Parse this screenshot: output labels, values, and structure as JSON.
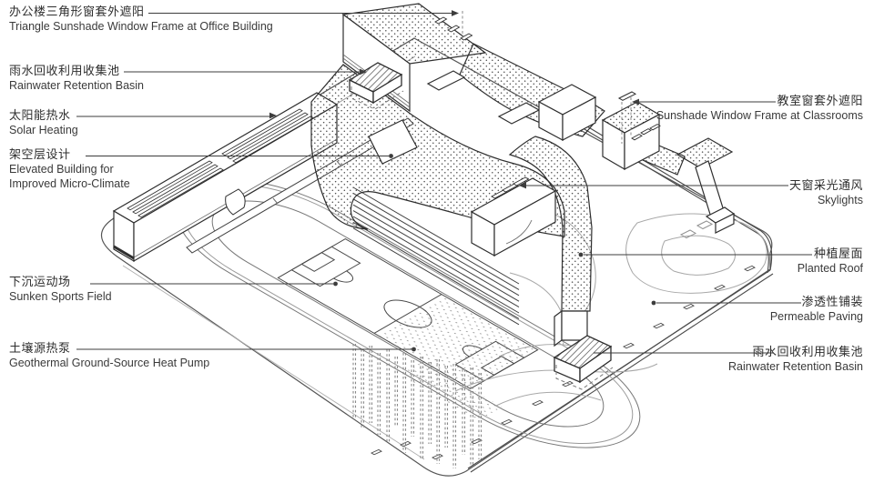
{
  "diagram": {
    "title_none": "",
    "type": "axonometric site sustainability diagram"
  },
  "colors": {
    "line_dark": "#2e2e2e",
    "line_mid": "#6b6b6b",
    "line_light": "#a8a8a8",
    "text": "#2f2f2f"
  },
  "labels": {
    "left": [
      {
        "zh": "办公楼三角形窗套外遮阳",
        "en": "Triangle Sunshade Window Frame at Office Building"
      },
      {
        "zh": "雨水回收利用收集池",
        "en": "Rainwater Retention Basin"
      },
      {
        "zh": "太阳能热水",
        "en": "Solar Heating"
      },
      {
        "zh": "架空层设计",
        "en": "Elevated Building for",
        "en2": "Improved Micro-Climate"
      },
      {
        "zh": "下沉运动场",
        "en": "Sunken Sports Field"
      },
      {
        "zh": "土壤源热泵",
        "en": "Geothermal Ground-Source Heat Pump"
      }
    ],
    "right": [
      {
        "zh": "教室窗套外遮阳",
        "en": "Sunshade Window Frame at Classrooms"
      },
      {
        "zh": "天窗采光通风",
        "en": "Skylights"
      },
      {
        "zh": "种植屋面",
        "en": "Planted Roof"
      },
      {
        "zh": "渗透性铺装",
        "en": "Permeable Paving"
      },
      {
        "zh": "雨水回收利用收集池",
        "en": "Rainwater Retention Basin"
      }
    ]
  }
}
